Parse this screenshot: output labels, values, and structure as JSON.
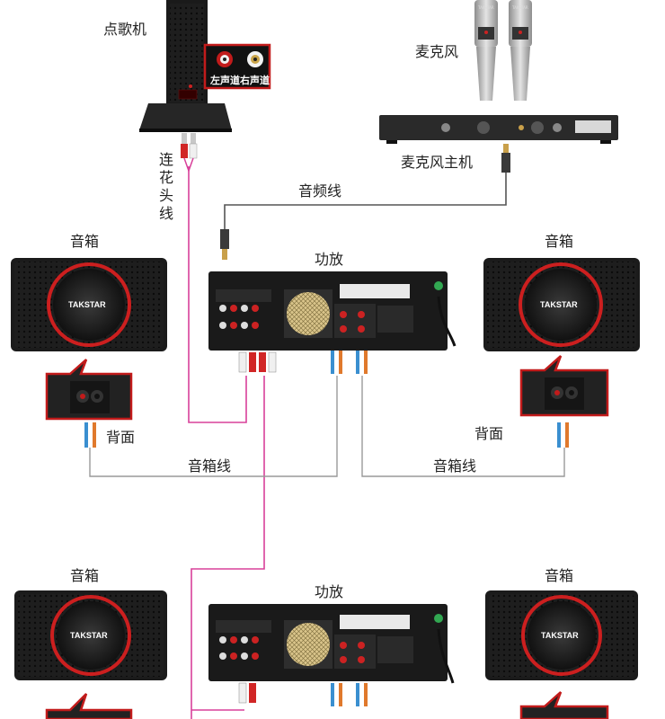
{
  "labels": {
    "jukebox": "点歌机",
    "left_channel": "左声道",
    "right_channel": "右声道",
    "microphone": "麦克风",
    "mic_receiver": "麦克风主机",
    "rca_cable": "连花头线",
    "audio_cable": "音频线",
    "speaker": "音箱",
    "amplifier": "功放",
    "back_side": "背面",
    "speaker_cable": "音箱线"
  },
  "brand": "TAKSTAR",
  "colors": {
    "rca_wire": "#d8409a",
    "audio_wire": "#555555",
    "speaker_wire": "#999999",
    "speaker_accent": "#cc1f1f",
    "device_body": "#1b1b1b"
  }
}
